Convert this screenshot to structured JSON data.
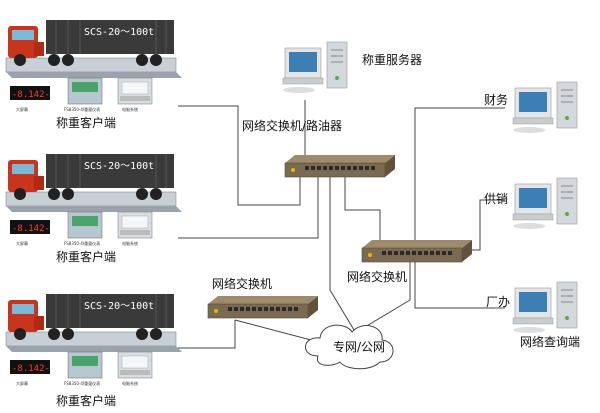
{
  "labels": {
    "client_1": "称重客户端",
    "client_2": "称重客户端",
    "client_3": "称重客户端",
    "server": "称重服务器",
    "router": "网络交换机/路油器",
    "switch_center": "网络交换机",
    "switch_lower": "网络交换机",
    "cloud": "专网/公网",
    "finance": "财务",
    "supply": "供销",
    "factory": "厂办",
    "query_terminal": "网络查询端"
  },
  "truck_text": "SCS-20～100t",
  "display_readout": "-8.142-",
  "device_captions": [
    "大屏幕",
    "FS8350-4I重量仪表",
    "电脑系统"
  ],
  "colors": {
    "line": "#444444",
    "truck_cab": "#c8351e",
    "container": "#3a3a3a",
    "switch_body": "#7a6a52"
  }
}
